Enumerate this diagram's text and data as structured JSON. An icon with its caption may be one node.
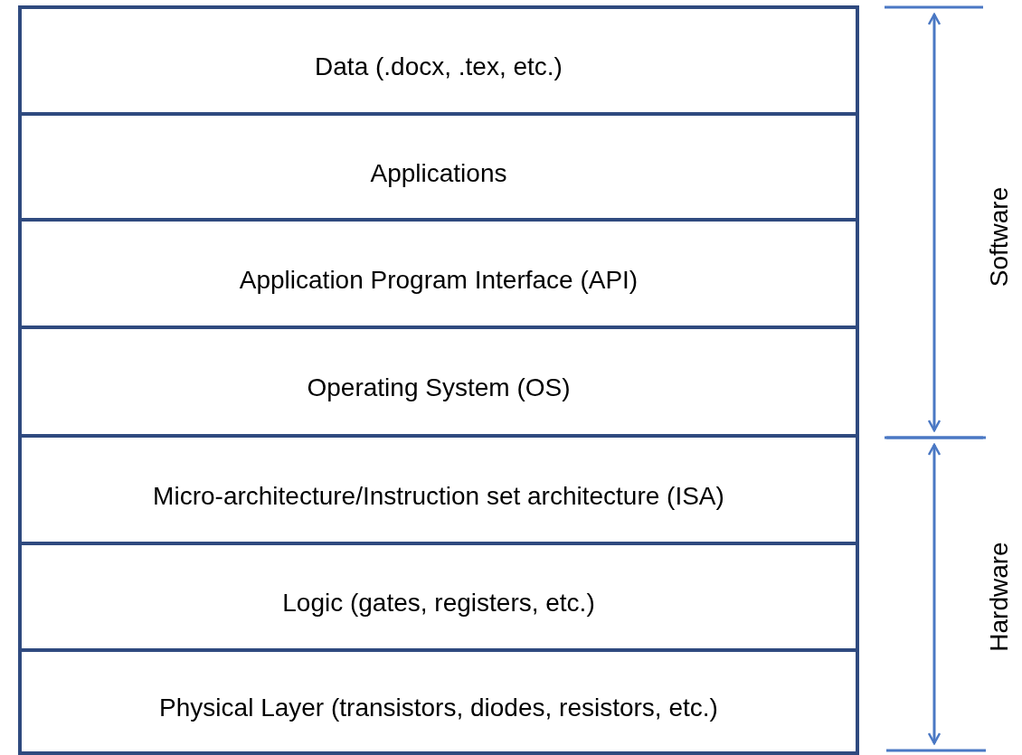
{
  "diagram": {
    "nodes": [
      {
        "text": [
          "Data (.docx,  .tex, etc.)"
        ]
      },
      {
        "text": [
          "Applications"
        ]
      },
      {
        "text": [
          "Application Program Interface (API)"
        ]
      },
      {
        "text": [
          "Operating System (OS)"
        ]
      },
      {
        "text": [
          "Micro-architecture/Instruction set architecture (ISA)"
        ]
      },
      {
        "text": [
          "Logic (gates, registers, etc.)"
        ]
      },
      {
        "text": [
          "Physical Layer (transistors, diodes, resistors, etc.)"
        ]
      }
    ],
    "labels": [
      "Software",
      "Hardware"
    ]
  }
}
